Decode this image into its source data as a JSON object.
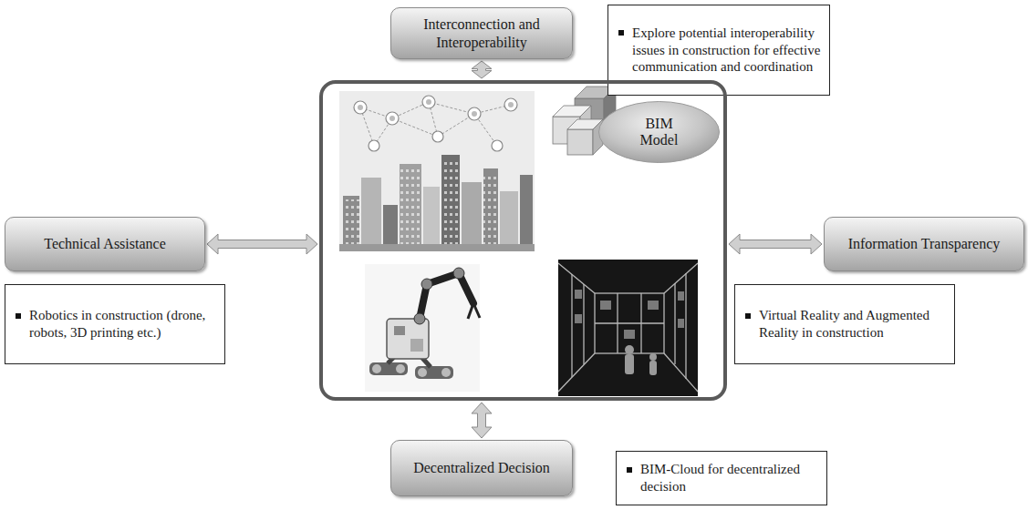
{
  "diagram": {
    "nodes": [
      {
        "text": [
          "Interconnection and Interoperability"
        ]
      },
      {
        "text": [
          "Explore potential interoperability issues in construction for effective communication and coordination"
        ]
      },
      {
        "text": [
          "Technical Assistance"
        ]
      },
      {
        "text": []
      },
      {
        "text": [
          "BIM Model"
        ],
        "in": 3
      },
      {
        "text": [
          "Information Transparency"
        ]
      },
      {
        "text": [
          "Robotics in construction (drone, robots, 3D printing etc.)"
        ]
      },
      {
        "text": [
          "Virtual Reality and Augmented Reality in construction"
        ]
      },
      {
        "text": [
          "Decentralized Decision"
        ]
      },
      {
        "text": [
          "BIM-Cloud for decentralized decision"
        ]
      }
    ],
    "edges": [
      {
        "from": 0,
        "to": 3,
        "arrow": "both"
      },
      {
        "from": 2,
        "to": 3,
        "arrow": "both"
      },
      {
        "from": 5,
        "to": 3,
        "arrow": "both"
      },
      {
        "from": 8,
        "to": 3,
        "arrow": "both"
      }
    ]
  }
}
